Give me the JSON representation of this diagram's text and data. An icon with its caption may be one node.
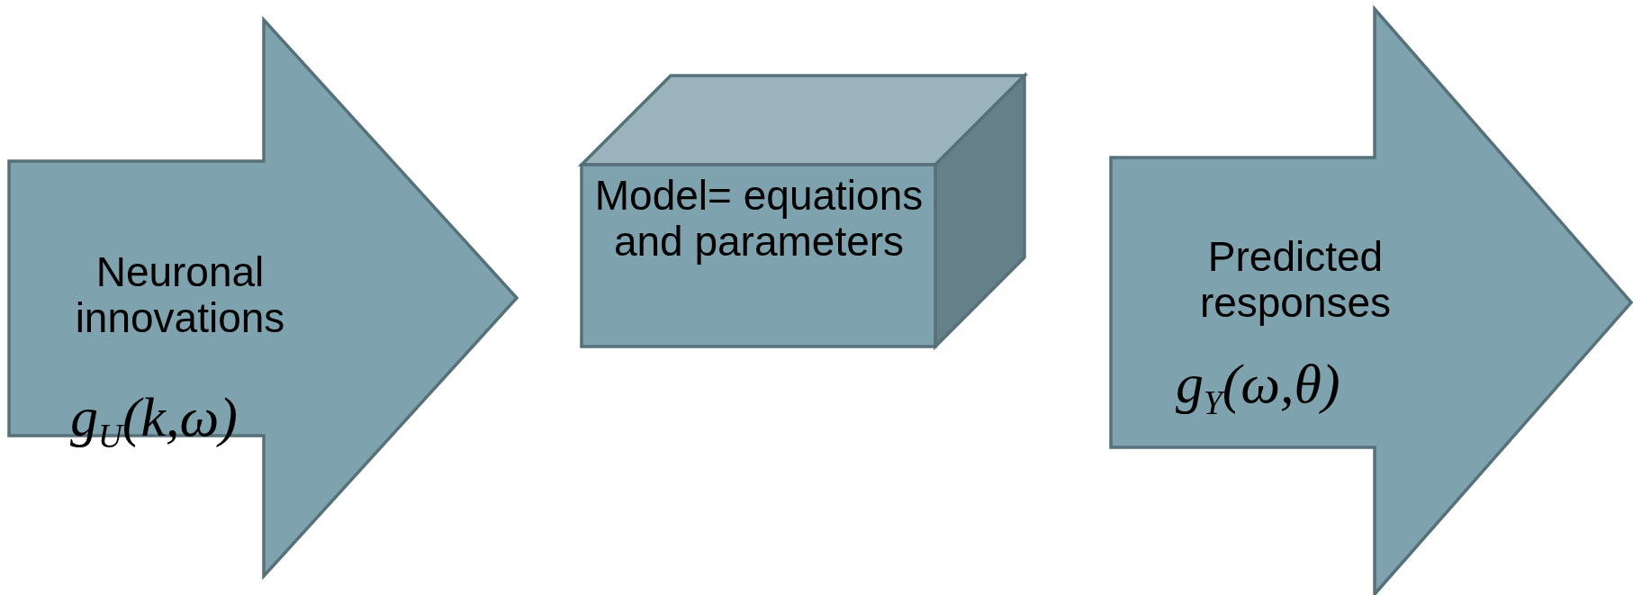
{
  "diagram": {
    "nodes": [
      {
        "text": [
          "Neuronal innovations",
          "g$_{U}$(k,ω)"
        ]
      },
      {
        "text": [
          "Model= equations and parameters"
        ]
      },
      {
        "text": [
          "Predicted responses",
          "g$_{Y}$(ω,θ)"
        ]
      }
    ]
  }
}
